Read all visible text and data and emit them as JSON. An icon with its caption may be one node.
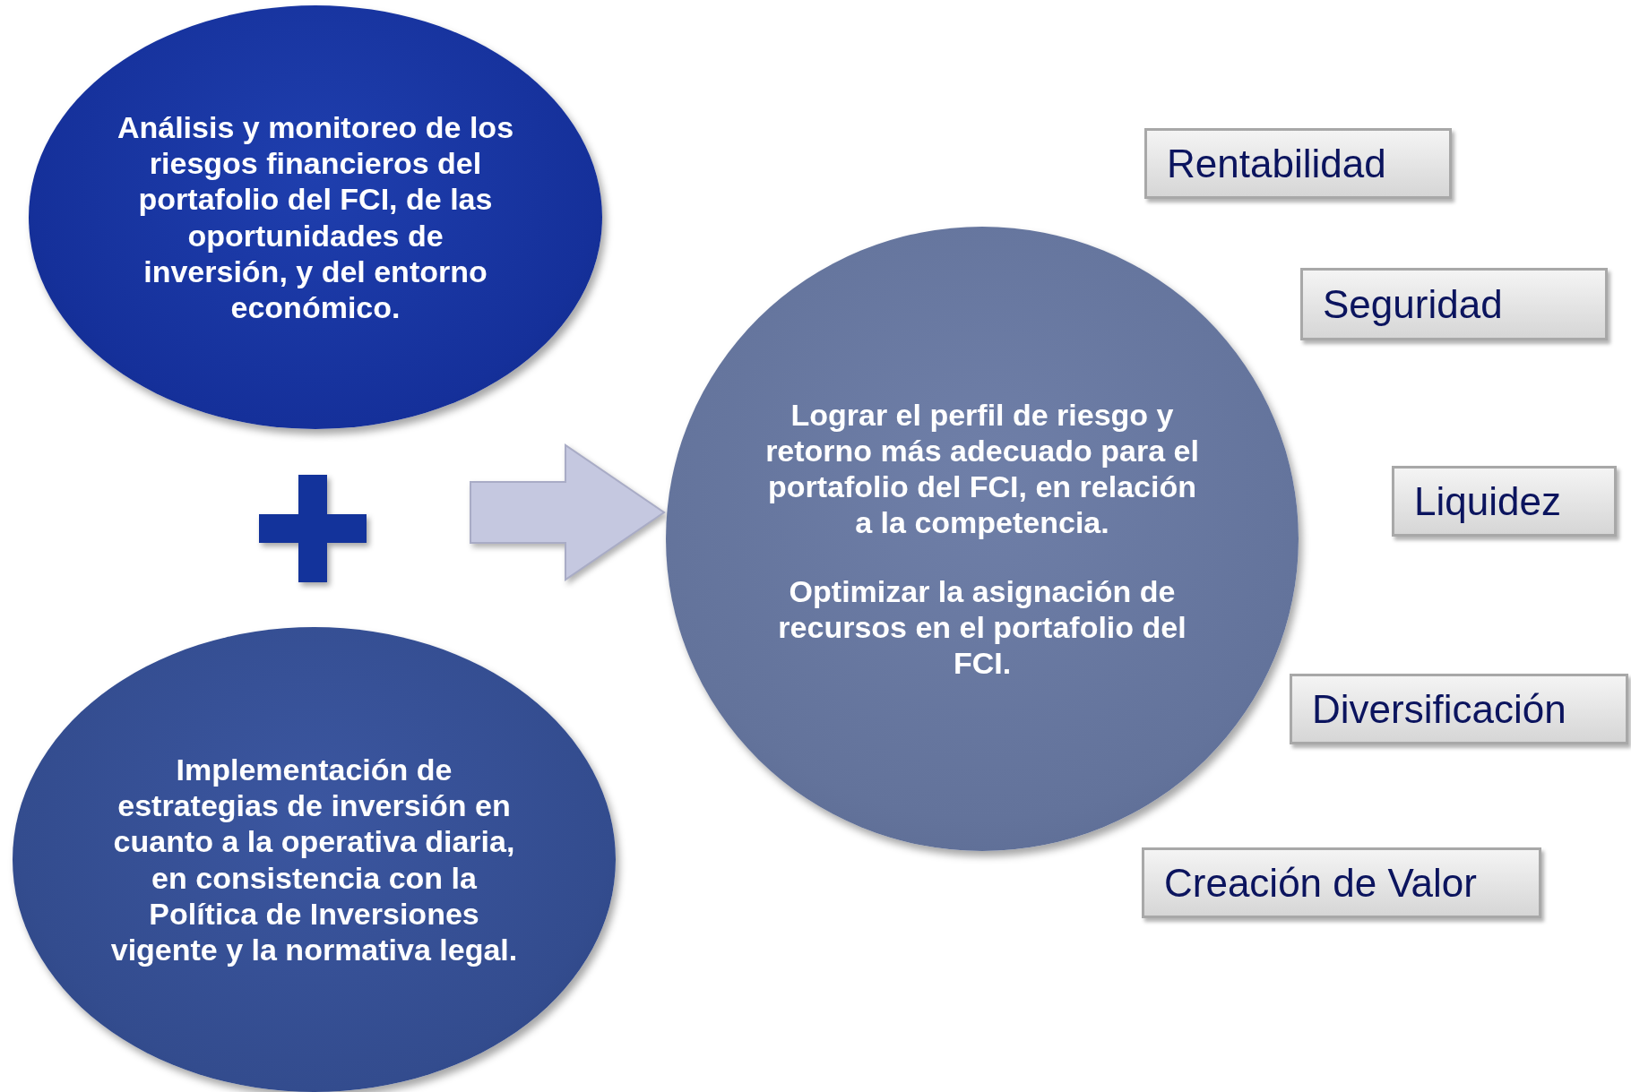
{
  "diagram": {
    "nodes": [
      {
        "text": [
          "Análisis y monitoreo de los riesgos financieros del portafolio del FCI, de las oportunidades de inversión, y del entorno económico."
        ]
      },
      {
        "text": [
          "Implementación de estrategias de inversión en cuanto a la operativa diaria, en consistencia con la Política de Inversiones vigente y la normativa  legal."
        ]
      },
      {
        "text": [
          "Lograr el perfil de riesgo y retorno más adecuado para el portafolio del FCI, en relación a la competencia.",
          "Optimizar la asignación de recursos en el portafolio del FCI."
        ]
      },
      {
        "text": [
          "Rentabilidad"
        ]
      },
      {
        "text": [
          "Seguridad"
        ]
      },
      {
        "text": [
          "Liquidez"
        ]
      },
      {
        "text": [
          "Diversificación"
        ]
      },
      {
        "text": [
          "Creación de Valor"
        ]
      }
    ],
    "edges": [
      {
        "from": null,
        "to": 2,
        "arrow": "to"
      }
    ]
  }
}
